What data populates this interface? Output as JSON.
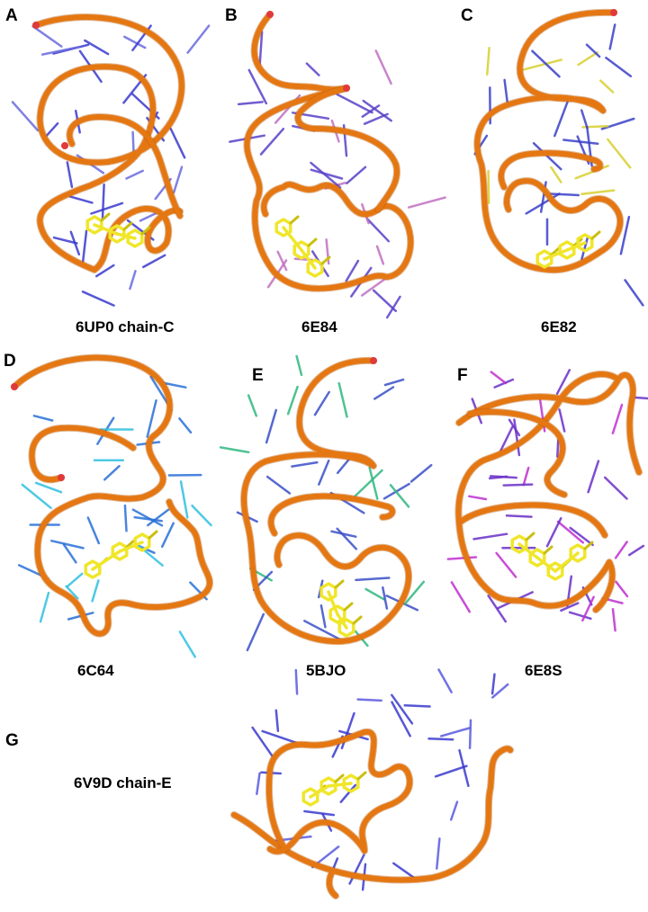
{
  "colors": {
    "backbone": "#e57712",
    "backbone_dark": "#b85a08",
    "terminus": "#e03a3a",
    "ligand": "#f0e62a",
    "ligand_dark": "#c9bf10"
  },
  "panels": [
    {
      "id": "A",
      "letter": "A",
      "label": "6UP0 chain-C",
      "base_color": "#3a3ad0",
      "base_color_alt": "#6a6ae0"
    },
    {
      "id": "B",
      "letter": "B",
      "label": "6E84",
      "base_color": "#5a40c8",
      "base_color_alt": "#c070c0"
    },
    {
      "id": "C",
      "letter": "C",
      "label": "6E82",
      "base_color": "#3a40c8",
      "base_color_alt": "#d8d030"
    },
    {
      "id": "D",
      "letter": "D",
      "label": "6C64",
      "base_color": "#2a70d8",
      "base_color_alt": "#30c0e0"
    },
    {
      "id": "E",
      "letter": "E",
      "label": "5BJO",
      "base_color": "#3a50c8",
      "base_color_alt": "#30b880"
    },
    {
      "id": "F",
      "letter": "F",
      "label": "6E8S",
      "base_color": "#6a30c8",
      "base_color_alt": "#c030d0"
    },
    {
      "id": "G",
      "letter": "G",
      "label": "6V9D chain-E",
      "base_color": "#3a3ad0",
      "base_color_alt": "#5a5ae0"
    }
  ]
}
